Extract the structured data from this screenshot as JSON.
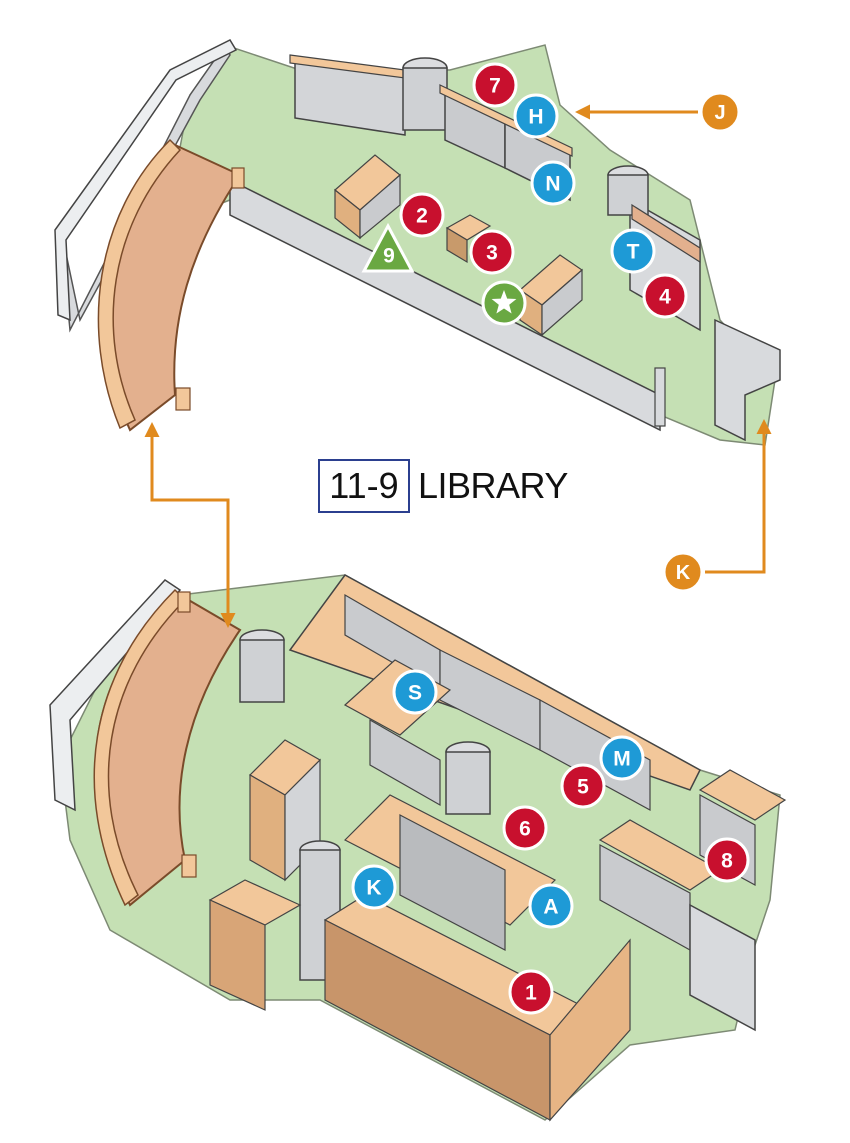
{
  "title": {
    "code": "11-9",
    "name": "LIBRARY"
  },
  "colors": {
    "floor": "#c5e0b4",
    "wood_light": "#f2c79a",
    "wood_dark": "#c89a6b",
    "wall": "#d8dadd",
    "wall_dark": "#a9acb0",
    "stairs": "#e3b08e",
    "red_marker": "#c8102e",
    "blue_marker": "#1e9ad6",
    "green_marker": "#6aa842",
    "orange_callout": "#e08a1e",
    "title_border": "#2b3f8f"
  },
  "upper_floor": {
    "red_markers": [
      "7",
      "2",
      "3",
      "4"
    ],
    "blue_markers": [
      "H",
      "N",
      "T"
    ],
    "green_triangle": "9",
    "star_icon": "star-icon",
    "callouts": [
      "J"
    ]
  },
  "lower_floor": {
    "red_markers": [
      "5",
      "6",
      "8",
      "1"
    ],
    "blue_markers": [
      "S",
      "M",
      "K",
      "A"
    ],
    "callouts": [
      "K"
    ]
  },
  "connections": [
    {
      "from": "upper-stairs-bottom",
      "to": "lower-stairs-top",
      "type": "double-arrow"
    },
    {
      "from": "callout-K",
      "to": "upper-right-exit",
      "type": "arrow"
    },
    {
      "from": "callout-J",
      "to": "upper-top-door",
      "type": "arrow"
    }
  ]
}
